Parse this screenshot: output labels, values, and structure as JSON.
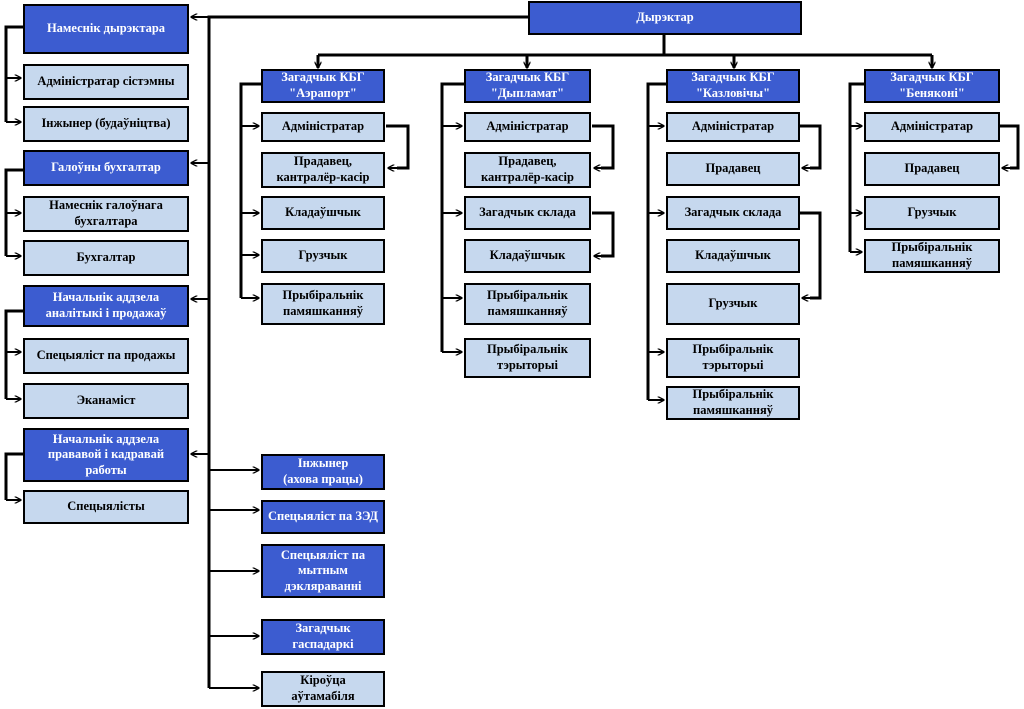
{
  "director": "Дырэктар",
  "deputy_director": "Намеснік дырэктара",
  "deputy_subordinates": [
    "Адміністратар сістэмны",
    "Інжынер (будаўніцтва)"
  ],
  "chief_accountant": "Галоўны бухгалтар",
  "accounting_subordinates": [
    "Намеснік галоўнага\nбухгалтара",
    "Бухгалтар"
  ],
  "analytics_head": "Начальнік аддзела\nаналітыкі і продажаў",
  "analytics_subordinates": [
    "Спецыяліст па продажы",
    "Эканаміст"
  ],
  "legal_head": "Начальнік аддзела\nправавой і кадравай\nработы",
  "legal_subordinates": [
    "Спецыялісты"
  ],
  "specialists": [
    "Інжынер\n(ахова працы)",
    "Спецыяліст па ЗЭД",
    "Спецыяліст па\nмытным\nдэкляраванні",
    "Загадчык\nгаспадаркі",
    "Кіроўца\nаўтамабіля"
  ],
  "branches": [
    {
      "head": "Загадчык КБГ\n\"Аэрапорт\"",
      "staff": [
        "Адміністратар",
        "Прадавец,\nкантралёр-касір",
        "Кладаўшчык",
        "Грузчык",
        "Прыбіральнік\nпамяшканняў"
      ]
    },
    {
      "head": "Загадчык КБГ\n\"Дыпламат\"",
      "staff": [
        "Адміністратар",
        "Прадавец,\nкантралёр-касір",
        "Загадчык склада",
        "Кладаўшчык",
        "Прыбіральнік\nпамяшканняў",
        "Прыбіральнік\nтэрыторыі"
      ]
    },
    {
      "head": "Загадчык КБГ\n\"Казловічы\"",
      "staff": [
        "Адміністратар",
        "Прадавец",
        "Загадчык склада",
        "Кладаўшчык",
        "Грузчык",
        "Прыбіральнік\nтэрыторыі",
        "Прыбіральнік\nпамяшканняў"
      ]
    },
    {
      "head": "Загадчык КБГ\n\"Беняконі\"",
      "staff": [
        "Адміністратар",
        "Прадавец",
        "Грузчык",
        "Прыбіральнік\nпамяшканняў"
      ]
    }
  ],
  "colors": {
    "dark_box": "#3c5cd0",
    "light_box": "#c6d8ee",
    "line": "#000000"
  }
}
